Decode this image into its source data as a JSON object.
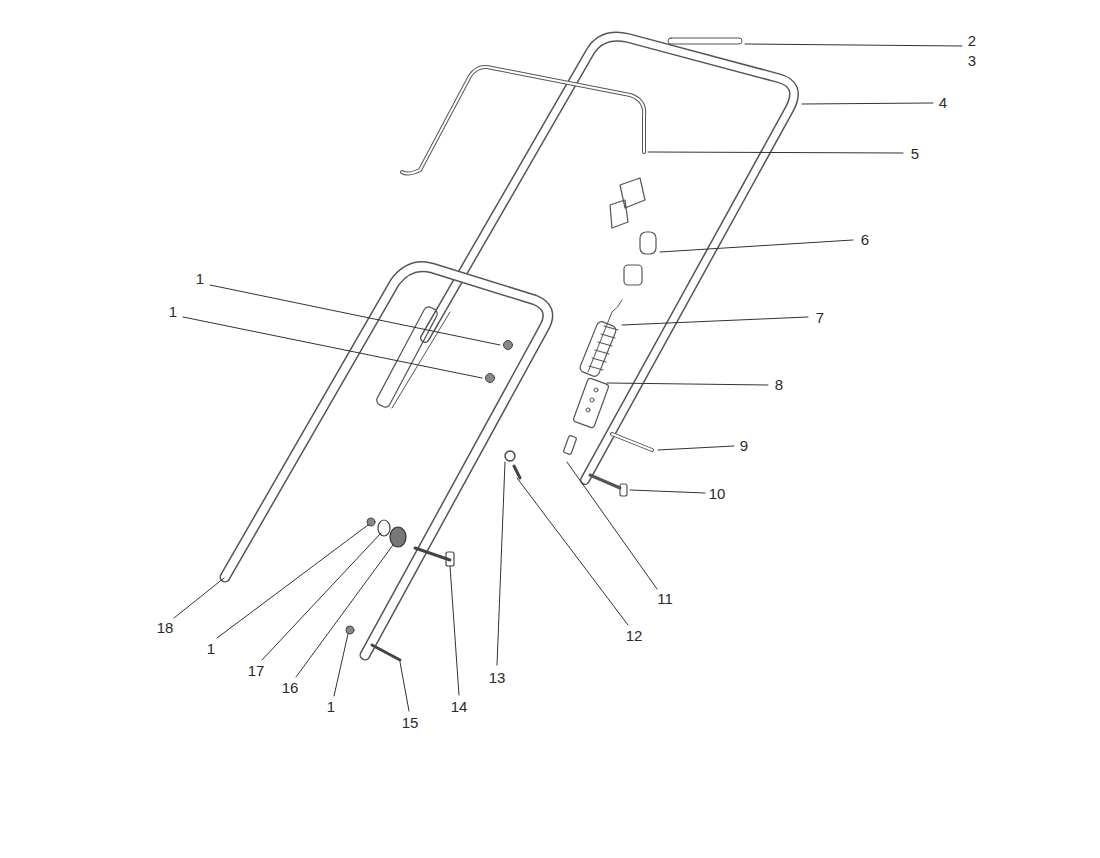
{
  "diagram": {
    "labels": [
      "2",
      "3",
      "4",
      "5",
      "6",
      "1",
      "1",
      "7",
      "8",
      "9",
      "10",
      "11",
      "12",
      "18",
      "1",
      "17",
      "13",
      "16",
      "14",
      "1",
      "15"
    ]
  }
}
